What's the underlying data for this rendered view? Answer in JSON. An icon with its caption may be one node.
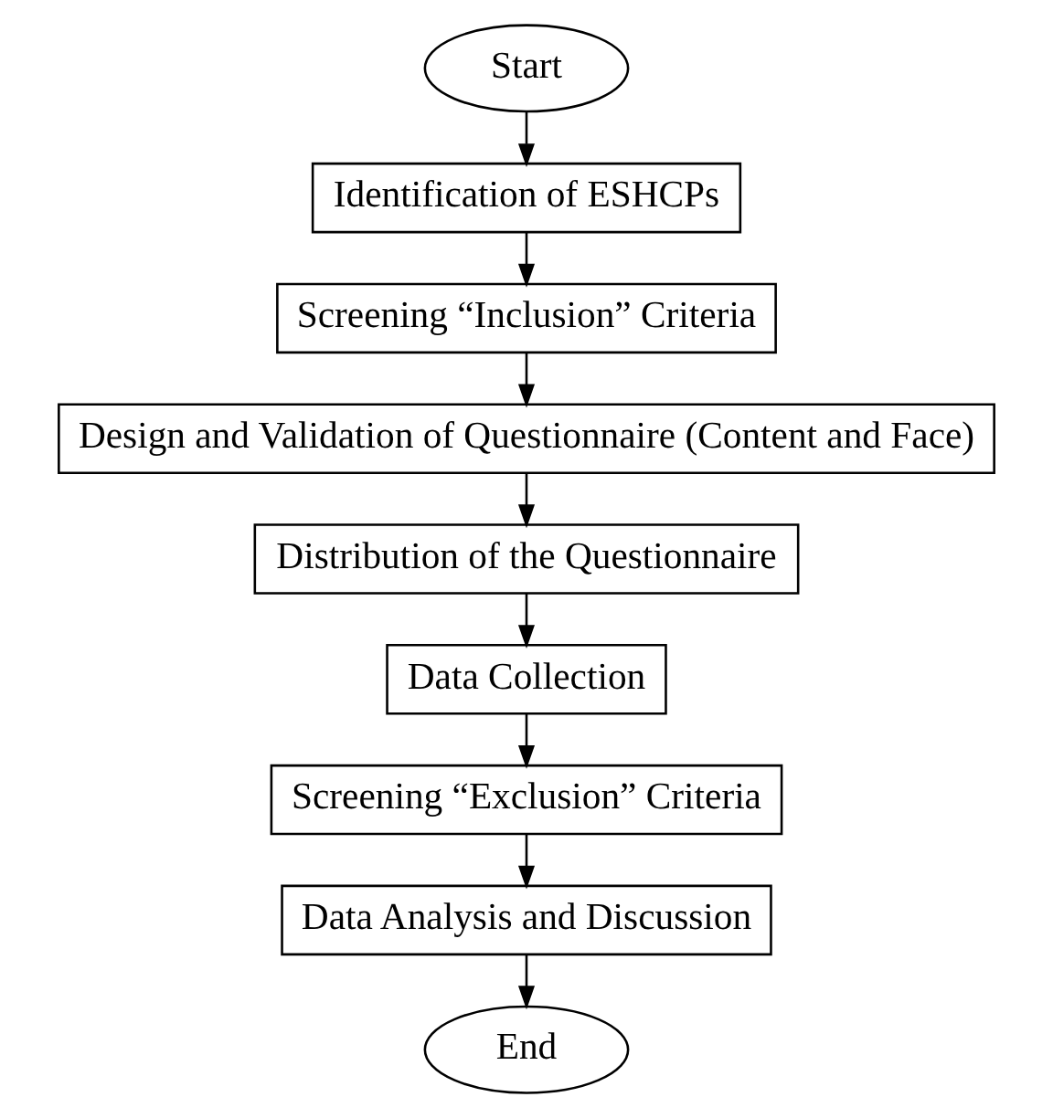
{
  "diagram": {
    "nodes": [
      {
        "text": [
          "Start"
        ]
      },
      {
        "text": [
          "Identification of ESHCPs"
        ]
      },
      {
        "text": [
          "Screening “Inclusion” Criteria"
        ]
      },
      {
        "text": [
          "Design and Validation of Questionnaire (Content and Face)"
        ]
      },
      {
        "text": [
          "Distribution of the Questionnaire"
        ]
      },
      {
        "text": [
          "Data Collection"
        ]
      },
      {
        "text": [
          "Screening “Exclusion” Criteria"
        ]
      },
      {
        "text": [
          "Data Analysis and Discussion"
        ]
      },
      {
        "text": [
          "End"
        ]
      }
    ],
    "edges": [
      {
        "from": 0,
        "to": 1,
        "arrow": "to"
      },
      {
        "from": 1,
        "to": 2,
        "arrow": "to"
      },
      {
        "from": 2,
        "to": 3,
        "arrow": "to"
      },
      {
        "from": 3,
        "to": 4,
        "arrow": "to"
      },
      {
        "from": 4,
        "to": 5,
        "arrow": "to"
      },
      {
        "from": 5,
        "to": 6,
        "arrow": "to"
      },
      {
        "from": 6,
        "to": 7,
        "arrow": "to"
      },
      {
        "from": 7,
        "to": 8,
        "arrow": "to"
      }
    ]
  }
}
